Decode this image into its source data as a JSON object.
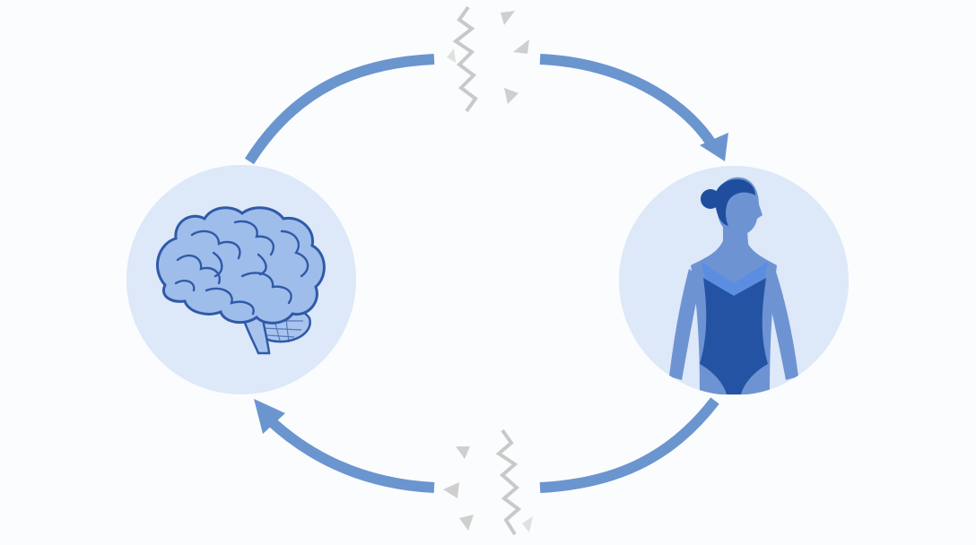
{
  "diagram": {
    "nodes": [
      {
        "id": "brain",
        "icon": "brain-icon"
      },
      {
        "id": "body",
        "icon": "body-figure-icon"
      }
    ],
    "connections": [
      {
        "from": "brain",
        "to": "body",
        "status": "broken"
      },
      {
        "from": "body",
        "to": "brain",
        "status": "broken"
      }
    ]
  },
  "colors": {
    "background": "#fbfcfd",
    "circle_fill": "#dde8f8",
    "arrow": "#6b95cf",
    "brain_fill": "#9fbdea",
    "brain_stroke": "#2f5aa8",
    "figure_skin": "#6e93d3",
    "figure_suit": "#2453a3",
    "figure_hair": "#1f4e9e",
    "break_mark": "#c9c9c9"
  }
}
